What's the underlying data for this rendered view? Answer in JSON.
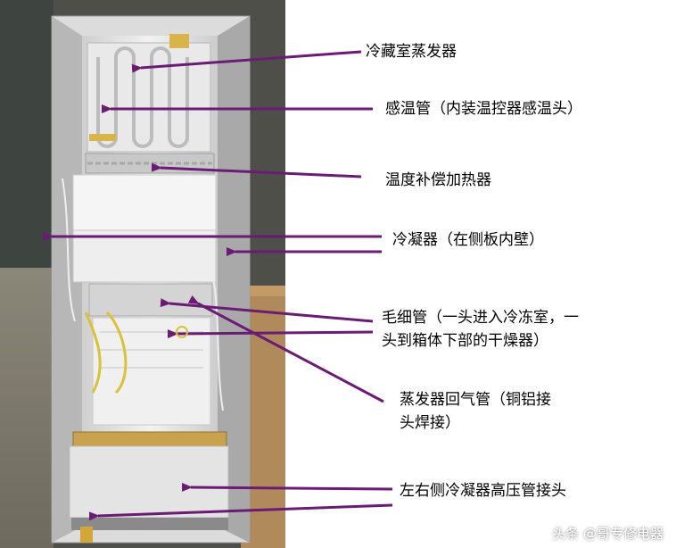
{
  "labels": {
    "evaporator": "冷藏室蒸发器",
    "sensor_tube": "感温管（内装温控器感温头）",
    "heater": "温度补偿加热器",
    "condenser": "冷凝器（在侧板内壁）",
    "capillary_line1": "毛细管（一头进入冷冻室，一",
    "capillary_line2": "头到箱体下部的干燥器）",
    "return_pipe_line1": "蒸发器回气管（铜铝接",
    "return_pipe_line2": "头焊接）",
    "joint": "左右侧冷凝器高压管接头"
  },
  "watermark": "头条 @哥专修电器",
  "colors": {
    "arrow": "#6a1b74",
    "cabinet": "#e6e6e6",
    "background": "#5a5a52"
  }
}
